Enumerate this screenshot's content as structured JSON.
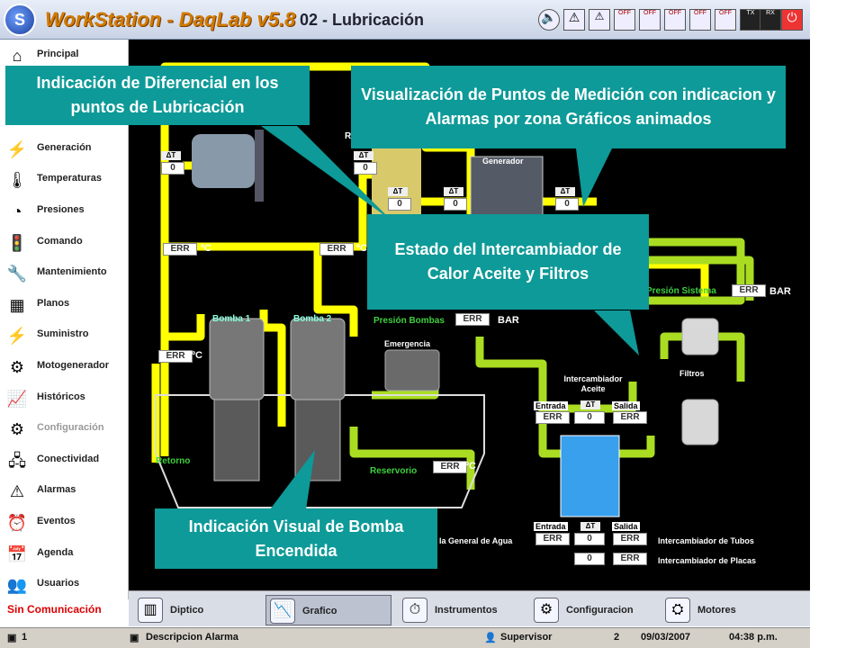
{
  "header": {
    "logo_letter": "S",
    "app_title": "WorkStation - DaqLab v5.8",
    "screen_title": "02 - Lubricación",
    "toolbar": [
      "OFF",
      "OFF",
      "OFF",
      "OFF",
      "OFF",
      "TX",
      "RX"
    ]
  },
  "sidebar": {
    "items": [
      {
        "label": "Principal",
        "icon": "home-icon",
        "glyph": "⌂",
        "disabled": false
      },
      {
        "label": "",
        "icon": "",
        "glyph": "",
        "disabled": false
      },
      {
        "label": "",
        "icon": "",
        "glyph": "",
        "disabled": false
      },
      {
        "label": "Generación",
        "icon": "lightning-icon",
        "glyph": "⚡",
        "disabled": false
      },
      {
        "label": "Temperaturas",
        "icon": "thermometer-icon",
        "glyph": "🌡",
        "disabled": false
      },
      {
        "label": "Presiones",
        "icon": "gauge-icon",
        "glyph": "◔",
        "disabled": false
      },
      {
        "label": "Comando",
        "icon": "traffic-light-icon",
        "glyph": "🚦",
        "disabled": false
      },
      {
        "label": "Mantenimiento",
        "icon": "tools-icon",
        "glyph": "🔧",
        "disabled": false
      },
      {
        "label": "Planos",
        "icon": "blueprint-icon",
        "glyph": "▦",
        "disabled": false
      },
      {
        "label": "Suministro",
        "icon": "power-tower-icon",
        "glyph": "⚡",
        "disabled": false
      },
      {
        "label": "Motogenerador",
        "icon": "motor-icon",
        "glyph": "⚙",
        "disabled": false
      },
      {
        "label": "Históricos",
        "icon": "chart-icon",
        "glyph": "📈",
        "disabled": false
      },
      {
        "label": "Configuración",
        "icon": "gears-icon",
        "glyph": "⚙",
        "disabled": true
      },
      {
        "label": "Conectividad",
        "icon": "network-icon",
        "glyph": "🖧",
        "disabled": false
      },
      {
        "label": "Alarmas",
        "icon": "warning-icon",
        "glyph": "⚠",
        "disabled": false
      },
      {
        "label": "Eventos",
        "icon": "clock-icon",
        "glyph": "⏰",
        "disabled": false
      },
      {
        "label": "Agenda",
        "icon": "calendar-icon",
        "glyph": "📅",
        "disabled": false
      },
      {
        "label": "Usuarios",
        "icon": "users-icon",
        "glyph": "👥",
        "disabled": false
      }
    ],
    "status": "Sin Comunicación"
  },
  "bottom_tabs": [
    {
      "label": "Diptico",
      "icon": "diptych-icon",
      "glyph": "▥"
    },
    {
      "label": "Grafico",
      "icon": "graph-icon",
      "glyph": "📉",
      "active": true
    },
    {
      "label": "Instrumentos",
      "icon": "stopwatch-icon",
      "glyph": "⏱"
    },
    {
      "label": "Configuracion",
      "icon": "settings-icon",
      "glyph": "⚙"
    },
    {
      "label": "Motores",
      "icon": "motor-icon",
      "glyph": "⛭"
    }
  ],
  "statusbar": {
    "count": "1",
    "alarm_label": "Descripcion Alarma",
    "user": "Supervisor",
    "level": "2",
    "date": "09/03/2007",
    "time": "04:38 p.m."
  },
  "callouts": {
    "diff": "Indicación de Diferencial en los puntos de Lubricación",
    "points": "Visualización de Puntos de Medición con indicacion y  Alarmas por zona Gráficos animados",
    "exchanger": "Estado del Intercambiador de Calor Aceite y Filtros",
    "pump": "Indicación Visual de Bomba Encendida"
  },
  "diagram": {
    "err": "ERR",
    "zero": "0",
    "dt": "ΔT",
    "unit_c": "ºC",
    "unit_bar": "BAR",
    "labels": {
      "generador": "Generador",
      "bomba1": "Bomba 1",
      "bomba2": "Bomba 2",
      "presion_bombas": "Presión Bombas",
      "emergencia": "Emergencia",
      "retorno": "Retorno",
      "reservorio": "Reservorio",
      "presion_sistema": "Presión Sistema",
      "filtros": "Filtros",
      "intercambiador": "Intercambiador Aceite",
      "entrada": "Entrada",
      "salida": "Salida",
      "agua": "la General de Agua",
      "int_tubos": "Intercambiador de Tubos",
      "int_placas": "Intercambiador de Placas",
      "re": "Re"
    }
  },
  "colors": {
    "pipe": "#ffff00",
    "pipe_green": "#aadd22",
    "callout": "#0d9a98"
  }
}
